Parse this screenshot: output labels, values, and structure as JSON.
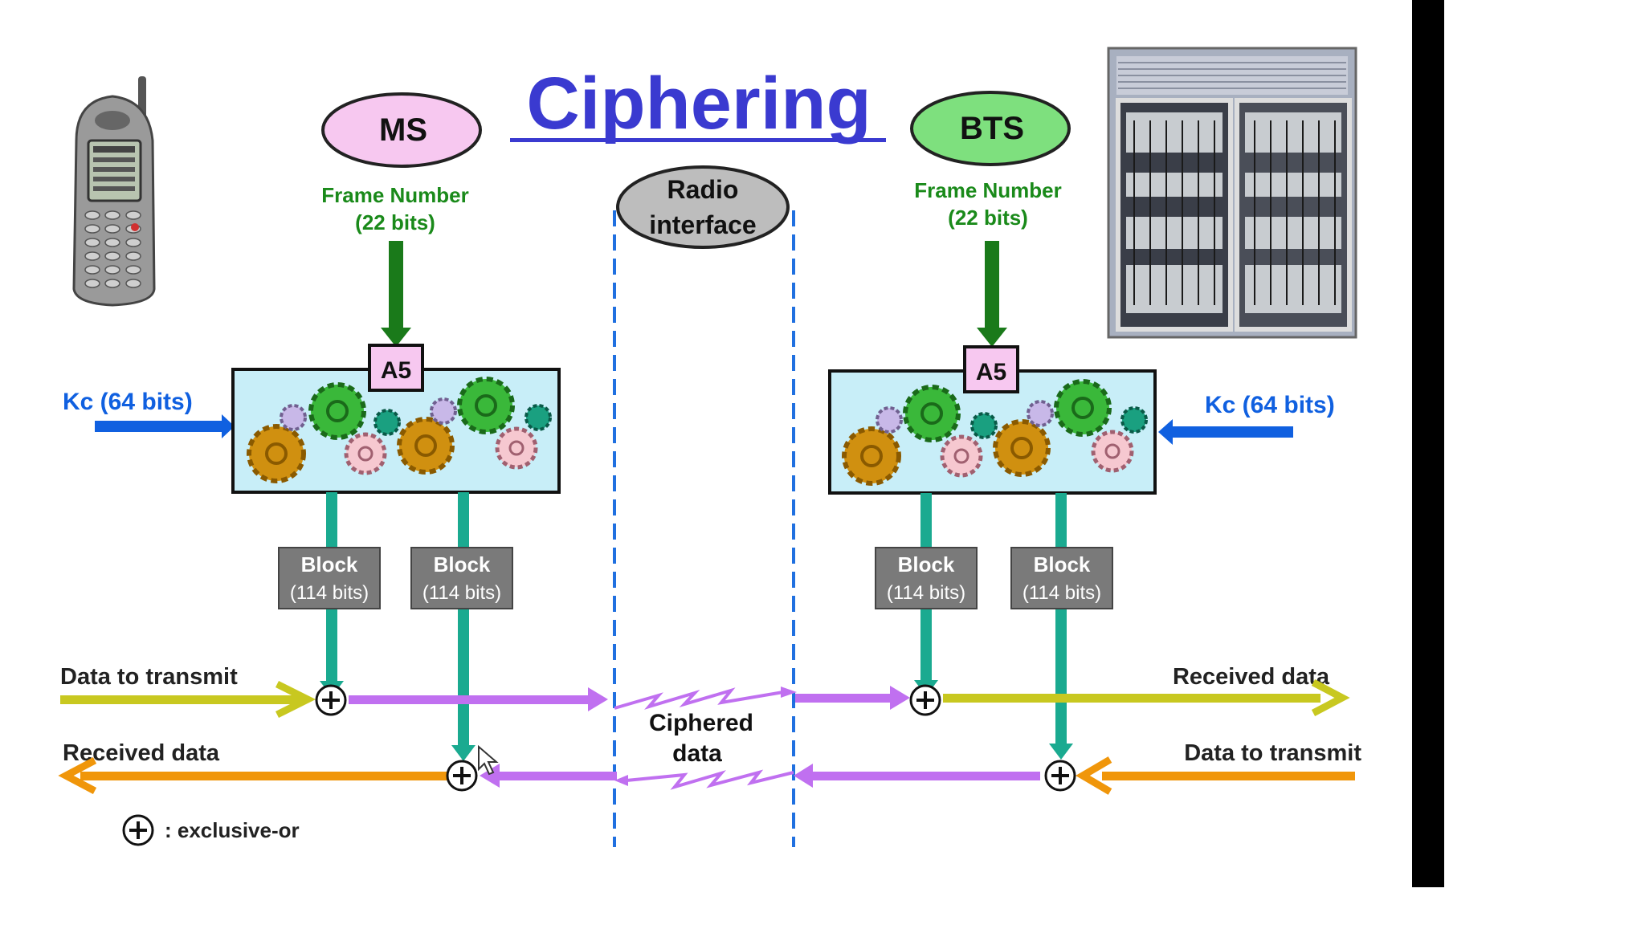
{
  "title": "Ciphering",
  "ms": {
    "label": "MS",
    "frame_number": "Frame Number",
    "frame_bits": "(22 bits)",
    "algo": "A5",
    "kc": "Kc (64 bits)",
    "block1": {
      "label": "Block",
      "bits": "(114 bits)"
    },
    "block2": {
      "label": "Block",
      "bits": "(114 bits)"
    },
    "data_to_transmit": "Data to transmit",
    "received_data": "Received data"
  },
  "bts": {
    "label": "BTS",
    "frame_number": "Frame Number",
    "frame_bits": "(22 bits)",
    "algo": "A5",
    "kc": "Kc (64 bits)",
    "block1": {
      "label": "Block",
      "bits": "(114 bits)"
    },
    "block2": {
      "label": "Block",
      "bits": "(114 bits)"
    },
    "data_to_transmit": "Data to transmit",
    "received_data": "Received data"
  },
  "radio": {
    "line1": "Radio",
    "line2": "interface"
  },
  "ciphered": {
    "line1": "Ciphered",
    "line2": "data"
  },
  "legend": {
    "text": ": exclusive-or"
  },
  "colors": {
    "title": "#3a3ad0",
    "ms_fill": "#f7c8f0",
    "bts_fill": "#7ee07e",
    "frame_text": "#1a8a1a",
    "kc_text": "#1060e0",
    "teal": "#1aaa90",
    "purple": "#c070f0",
    "olive": "#c8c820",
    "orange": "#f0960a",
    "box_fill": "#c8eef8",
    "block_fill": "#7a7a7a"
  }
}
